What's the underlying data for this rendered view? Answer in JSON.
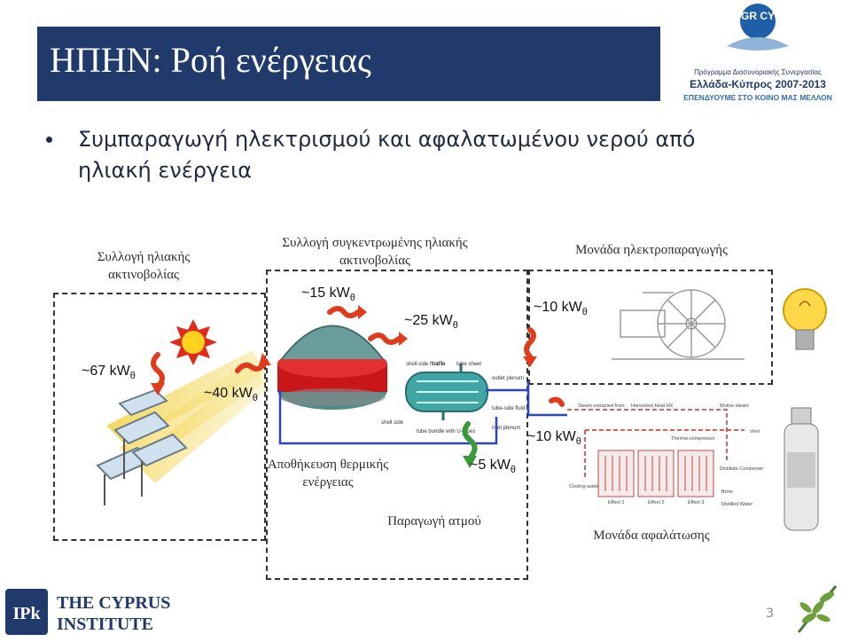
{
  "slide": {
    "title": "ΗΠΗΝ: Ροή ενέργειας",
    "bullet": "Συμπαραγωγή ηλεκτρισμού και αφαλατωμένου νερού από ηλιακή ενέργεια",
    "page_number": "3"
  },
  "program_logo": {
    "badge": "GR CY",
    "line1": "Πρόγραμμα Διασυνοριακής Συνεργασίας",
    "line2": "Ελλάδα-Κύπρος 2007-2013",
    "line3": "ΕΠΕΝΔΥΟΥΜΕ ΣΤΟ ΚΟΙΝΟ ΜΑΣ ΜΕΛΛΟΝ"
  },
  "institute_logo": {
    "mark": "IPk",
    "line1": "THE CYPRUS",
    "line2": "INSTITUTE"
  },
  "diagram": {
    "captions": {
      "solar_collection": "Συλλογή ηλιακής ακτινοβολίας",
      "concentrated_collection": "Συλλογή συγκεντρωμένης ηλιακής ακτινοβολίας",
      "power_unit": "Μονάδα ηλεκτροπαραγωγής",
      "thermal_storage": "Αποθήκευση θερμικής ενέργειας",
      "steam_generation": "Παραγωγή ατμού",
      "desalination_unit": "Μονάδα αφαλάτωσης"
    },
    "flows": {
      "kw_67": "~67 kW",
      "kw_40": "~40 kW",
      "kw_15": "~15 kW",
      "kw_25": "~25 kW",
      "kw_10_power": "~10 kW",
      "kw_10_desal": "~10 kW",
      "kw_5": "~5 kW",
      "subscript": "θ"
    },
    "hx_labels": {
      "shell_side_in": "shell-side fluid in",
      "baffle": "baffle",
      "tube_sheet": "tube sheet",
      "outlet_plenum": "outlet plenum",
      "shell_side": "shell side",
      "tube_bundle": "tube bundle with U-tubes",
      "inlet_plenum": "inlet plenum",
      "tube_side_fluid": "tube-side fluid"
    },
    "desal_labels": {
      "steam_extracted": "Steam extracted from",
      "harvested_heat": "Harvested Heat HX",
      "motive_steam": "Motive steam",
      "thermo_compressor": "Thermo-compressor",
      "vent": "Vent",
      "cooling_water": "Cooling water",
      "distillate": "Distillate Condenser",
      "brine": "Brine",
      "distilled_water": "Distilled Water",
      "effect1": "Effect 1",
      "effect2": "Effect 2",
      "effect3": "Effect 3"
    },
    "colors": {
      "title_bg": "#1f3a6b",
      "red_arrow": "#e23b1c",
      "green_arrow": "#3a9a3a",
      "blue_line": "#2a45c8",
      "storage_red": "#c8161b",
      "storage_teal": "#4f8c8a"
    }
  }
}
